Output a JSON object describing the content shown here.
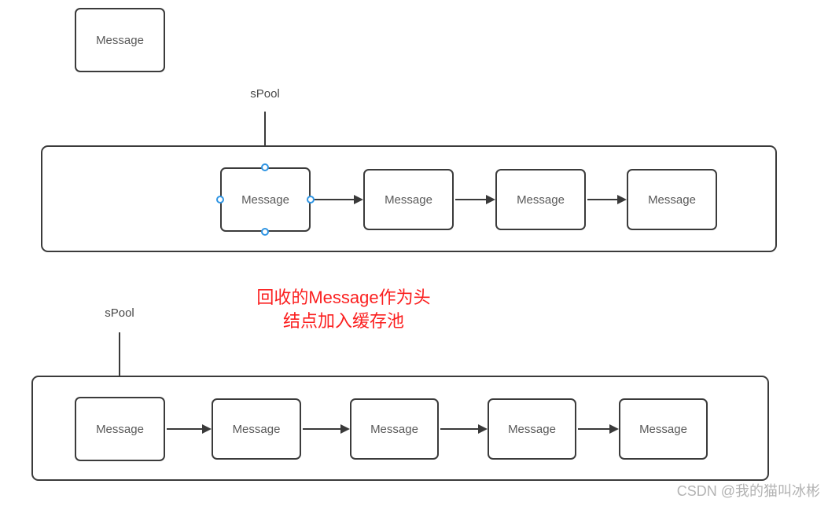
{
  "standalone_box": {
    "label": "Message"
  },
  "pool1": {
    "pointer_label": "sPool",
    "boxes": [
      "Message",
      "Message",
      "Message",
      "Message"
    ]
  },
  "pool2": {
    "pointer_label": "sPool",
    "boxes": [
      "Message",
      "Message",
      "Message",
      "Message",
      "Message"
    ]
  },
  "annotation": {
    "line1": "回收的Message作为头",
    "line2": "结点加入缓存池"
  },
  "watermark": "CSDN @我的猫叫冰彬",
  "colors": {
    "box_border": "#3b3b3b",
    "box_text": "#595959",
    "arrow": "#3a3a3a",
    "handle_blue": "#3095e3",
    "annotation_red": "#fb1f1f",
    "watermark_gray": "#b3b3b3"
  }
}
